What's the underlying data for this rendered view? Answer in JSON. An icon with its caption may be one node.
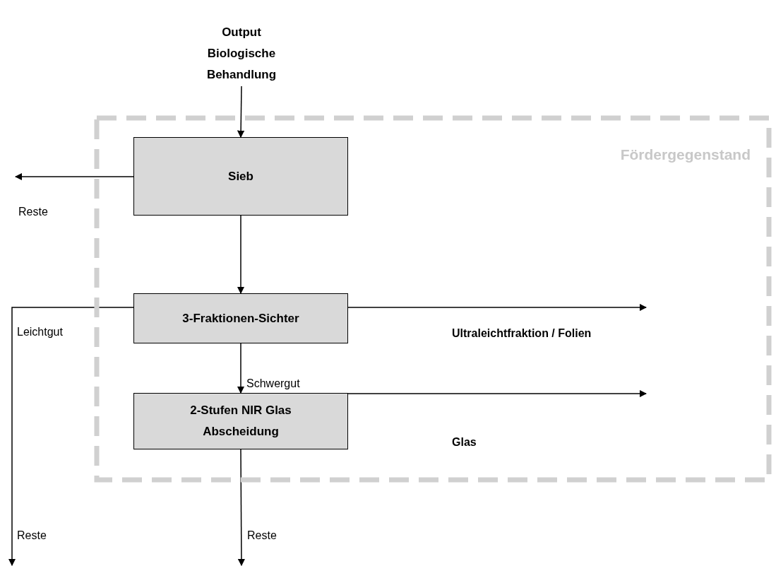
{
  "diagram": {
    "nodes": [
      {
        "text": [
          "Fördergegenstand"
        ]
      },
      {
        "text": [
          "Output Biologische Behandlung"
        ]
      },
      {
        "text": [
          "Sieb"
        ],
        "in": 0
      },
      {
        "text": [
          "3-Fraktionen-Sichter"
        ],
        "in": 0
      },
      {
        "text": [
          "2-Stufen NIR Glas Abscheidung"
        ],
        "in": 0
      }
    ],
    "edges": [
      {
        "from": 1,
        "to": 2,
        "arrow": "to"
      },
      {
        "from": 2,
        "to": null,
        "arrow": "to",
        "label": "Reste"
      },
      {
        "from": 2,
        "to": 3,
        "arrow": "to"
      },
      {
        "from": 3,
        "to": null,
        "arrow": "to",
        "label": "Leichtgut"
      },
      {
        "from": 3,
        "to": null,
        "arrow": "to",
        "label": "Ultraleichtfraktion / Folien"
      },
      {
        "from": 3,
        "to": 4,
        "arrow": "to",
        "label": "Schwergut"
      },
      {
        "from": 4,
        "to": null,
        "arrow": "to",
        "label": "Glas"
      },
      {
        "from": 4,
        "to": null,
        "arrow": "to",
        "label": "Reste"
      }
    ],
    "labels": [
      "Reste"
    ]
  }
}
